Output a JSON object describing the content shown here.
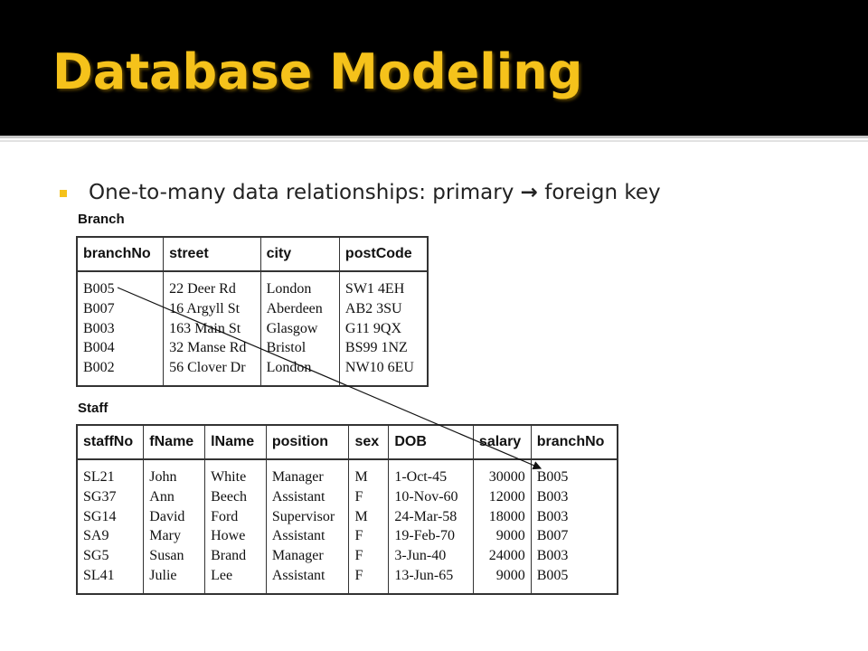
{
  "slide": {
    "title": "Database Modeling",
    "bullet": {
      "text_before": "One-to-many data relationships: primary ",
      "arrow": "→",
      "text_after": " foreign key"
    },
    "accent_color": "#f5c21b"
  },
  "branch": {
    "caption": "Branch",
    "columns": [
      "branchNo",
      "street",
      "city",
      "postCode"
    ],
    "rows": [
      [
        "B005",
        "22 Deer Rd",
        "London",
        "SW1 4EH"
      ],
      [
        "B007",
        "16 Argyll St",
        "Aberdeen",
        "AB2 3SU"
      ],
      [
        "B003",
        "163 Main St",
        "Glasgow",
        "G11 9QX"
      ],
      [
        "B004",
        "32 Manse Rd",
        "Bristol",
        "BS99 1NZ"
      ],
      [
        "B002",
        "56 Clover Dr",
        "London",
        "NW10 6EU"
      ]
    ]
  },
  "staff": {
    "caption": "Staff",
    "columns": [
      "staffNo",
      "fName",
      "lName",
      "position",
      "sex",
      "DOB",
      "salary",
      "branchNo"
    ],
    "rows": [
      [
        "SL21",
        "John",
        "White",
        "Manager",
        "M",
        "1-Oct-45",
        "30000",
        "B005"
      ],
      [
        "SG37",
        "Ann",
        "Beech",
        "Assistant",
        "F",
        "10-Nov-60",
        "12000",
        "B003"
      ],
      [
        "SG14",
        "David",
        "Ford",
        "Supervisor",
        "M",
        "24-Mar-58",
        "18000",
        "B003"
      ],
      [
        "SA9",
        "Mary",
        "Howe",
        "Assistant",
        "F",
        "19-Feb-70",
        "9000",
        "B007"
      ],
      [
        "SG5",
        "Susan",
        "Brand",
        "Manager",
        "F",
        "3-Jun-40",
        "24000",
        "B003"
      ],
      [
        "SL41",
        "Julie",
        "Lee",
        "Assistant",
        "F",
        "13-Jun-65",
        "9000",
        "B005"
      ]
    ]
  }
}
